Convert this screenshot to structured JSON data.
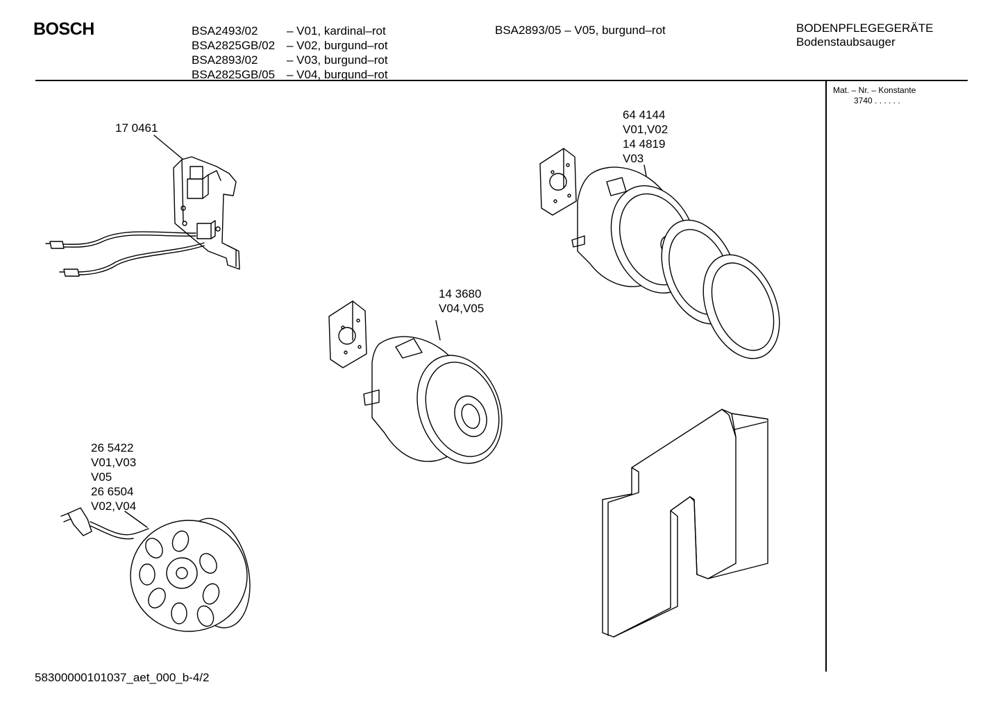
{
  "header": {
    "brand": "BOSCH",
    "models": [
      {
        "code": "BSA2493/02",
        "variant": "– V01, kardinal–rot"
      },
      {
        "code": "BSA2825GB/02",
        "variant": "– V02, burgund–rot"
      },
      {
        "code": "BSA2893/02",
        "variant": "– V03, burgund–rot"
      },
      {
        "code": "BSA2825GB/05",
        "variant": "– V04, burgund–rot"
      }
    ],
    "models_col2": "BSA2893/05 – V05, burgund–rot",
    "category": "BODENPFLEGEGERÄTE",
    "subcategory": "Bodenstaubsauger"
  },
  "sidebar": {
    "mat_label": "Mat. – Nr. – Konstante",
    "mat_value": "3740  .  .    .  .  .  ."
  },
  "parts": {
    "switch": {
      "number": "17 0461"
    },
    "motor_top": {
      "lines": [
        "64 4144",
        "V01,V02",
        "14 4819",
        "V03"
      ]
    },
    "motor_center": {
      "lines": [
        "14 3680",
        "V04,V05"
      ]
    },
    "cable_reel": {
      "lines": [
        "26 5422",
        "V01,V03",
        "V05",
        "26 6504",
        "V02,V04"
      ]
    }
  },
  "footer": {
    "code": "58300000101037_aet_000_b-4/2"
  }
}
